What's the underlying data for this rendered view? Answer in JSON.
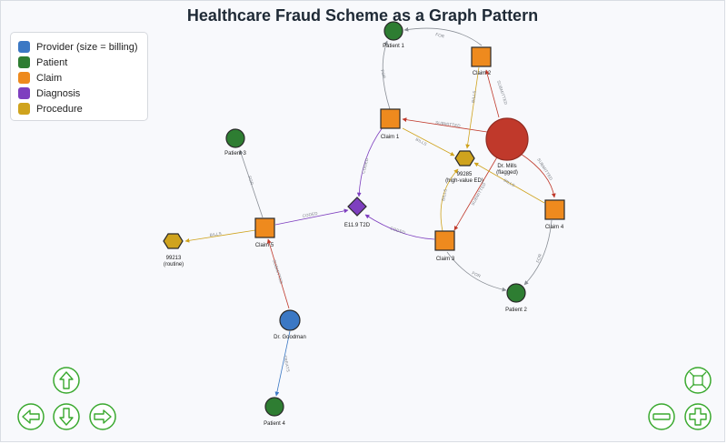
{
  "title": "Healthcare Fraud Scheme as a Graph Pattern",
  "legend": [
    {
      "label": "Provider (size = billing)",
      "color": "#3b78c4"
    },
    {
      "label": "Patient",
      "color": "#2e7d32"
    },
    {
      "label": "Claim",
      "color": "#ee8a1e"
    },
    {
      "label": "Diagnosis",
      "color": "#7e3fbf"
    },
    {
      "label": "Procedure",
      "color": "#cfa31d"
    }
  ],
  "colors": {
    "provider_normal": "#3b78c4",
    "provider_flagged": "#c0392b",
    "patient": "#2e7d32",
    "claim": "#ee8a1e",
    "diagnosis": "#7e3fbf",
    "procedure": "#cfa31d",
    "edge_submitted": "#c0392b",
    "edge_for": "#8a8f96",
    "edge_bills": "#cfa31d",
    "edge_coded": "#7e3fbf",
    "edge_treats": "#3b78c4",
    "nav": "#3aa92f"
  },
  "nodes": {
    "dr_mills": {
      "line1": "Dr. Mills",
      "line2": "(flagged)"
    },
    "dr_goodman": {
      "line1": "Dr. Goodman"
    },
    "patient1": {
      "line1": "Patient 1"
    },
    "patient2": {
      "line1": "Patient 2"
    },
    "patient3": {
      "line1": "Patient 3"
    },
    "patient4": {
      "line1": "Patient 4"
    },
    "claim1": {
      "line1": "Claim 1"
    },
    "claim2": {
      "line1": "Claim 2"
    },
    "claim3": {
      "line1": "Claim 3"
    },
    "claim4": {
      "line1": "Claim 4"
    },
    "claim5": {
      "line1": "Claim 5"
    },
    "dx_e119": {
      "line1": "E11.9 T2D"
    },
    "proc_99285": {
      "line1": "99285",
      "line2": "(high-value ED)"
    },
    "proc_99213": {
      "line1": "99213",
      "line2": "(routine)"
    }
  },
  "edge_labels": {
    "submitted": "SUBMITTED",
    "for": "FOR",
    "bills": "BILLS",
    "coded": "CODED",
    "treats": "TREATS"
  },
  "navigation": {
    "up": "up-arrow-icon",
    "left": "left-arrow-icon",
    "down": "down-arrow-icon",
    "right": "right-arrow-icon",
    "fit": "fit-view-icon",
    "zoom_out": "minus-icon",
    "zoom_in": "plus-icon"
  }
}
